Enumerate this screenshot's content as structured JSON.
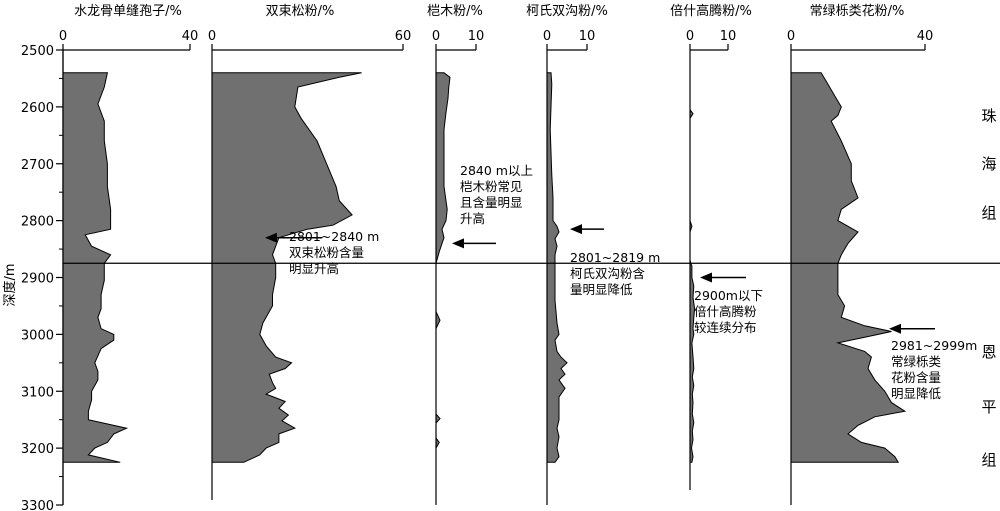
{
  "chart_data": {
    "type": "area",
    "y_axis": {
      "label": "深度/m",
      "ticks": [
        2500,
        2600,
        2700,
        2800,
        2900,
        3000,
        3100,
        3200,
        3300
      ],
      "range": [
        2500,
        3300
      ],
      "inverted": true
    },
    "fill_color": "#707070",
    "boundary_depth": 2875,
    "series": [
      {
        "name": "水龙骨单缝孢子/%",
        "xlim": [
          0,
          40
        ],
        "x_ticks": [
          0,
          40
        ],
        "points": [
          [
            2540,
            14
          ],
          [
            2565,
            13
          ],
          [
            2595,
            11
          ],
          [
            2625,
            13
          ],
          [
            2660,
            13
          ],
          [
            2700,
            14
          ],
          [
            2740,
            14
          ],
          [
            2780,
            15
          ],
          [
            2815,
            15
          ],
          [
            2825,
            7
          ],
          [
            2845,
            9
          ],
          [
            2860,
            15
          ],
          [
            2875,
            13
          ],
          [
            2905,
            13
          ],
          [
            2930,
            12
          ],
          [
            2955,
            12
          ],
          [
            2970,
            11
          ],
          [
            2990,
            12
          ],
          [
            3000,
            16
          ],
          [
            3010,
            16
          ],
          [
            3025,
            12
          ],
          [
            3050,
            10
          ],
          [
            3065,
            11
          ],
          [
            3080,
            11
          ],
          [
            3100,
            9
          ],
          [
            3115,
            9
          ],
          [
            3135,
            8
          ],
          [
            3150,
            8
          ],
          [
            3165,
            20
          ],
          [
            3175,
            16
          ],
          [
            3190,
            14
          ],
          [
            3200,
            10
          ],
          [
            3212,
            8
          ],
          [
            3225,
            18
          ]
        ]
      },
      {
        "name": "双束松粉/%",
        "xlim": [
          0,
          60
        ],
        "x_ticks": [
          0,
          60
        ],
        "points": [
          [
            2540,
            47
          ],
          [
            2548,
            40
          ],
          [
            2565,
            27
          ],
          [
            2600,
            26
          ],
          [
            2620,
            28
          ],
          [
            2660,
            33
          ],
          [
            2700,
            36
          ],
          [
            2740,
            39
          ],
          [
            2765,
            40
          ],
          [
            2790,
            44
          ],
          [
            2808,
            38
          ],
          [
            2815,
            30
          ],
          [
            2830,
            21
          ],
          [
            2845,
            20
          ],
          [
            2860,
            19
          ],
          [
            2875,
            20
          ],
          [
            2900,
            20
          ],
          [
            2930,
            19
          ],
          [
            2950,
            19
          ],
          [
            2970,
            17
          ],
          [
            2980,
            16
          ],
          [
            3000,
            15
          ],
          [
            3020,
            17
          ],
          [
            3040,
            20
          ],
          [
            3050,
            25
          ],
          [
            3060,
            23
          ],
          [
            3070,
            18
          ],
          [
            3085,
            19
          ],
          [
            3095,
            20
          ],
          [
            3105,
            17
          ],
          [
            3118,
            23
          ],
          [
            3130,
            21
          ],
          [
            3142,
            24
          ],
          [
            3152,
            22
          ],
          [
            3165,
            26
          ],
          [
            3175,
            21
          ],
          [
            3190,
            21
          ],
          [
            3200,
            17
          ],
          [
            3212,
            15
          ],
          [
            3225,
            10
          ]
        ]
      },
      {
        "name": "桤木粉/%",
        "xlim": [
          0,
          10
        ],
        "x_ticks": [
          0,
          10
        ],
        "points": [
          [
            2540,
            2
          ],
          [
            2548,
            3.5
          ],
          [
            2565,
            3.2
          ],
          [
            2585,
            3
          ],
          [
            2610,
            2.5
          ],
          [
            2640,
            2
          ],
          [
            2670,
            2
          ],
          [
            2700,
            2
          ],
          [
            2740,
            2
          ],
          [
            2780,
            2.8
          ],
          [
            2800,
            2.5
          ],
          [
            2815,
            1.5
          ],
          [
            2830,
            2
          ],
          [
            2840,
            1.5
          ],
          [
            2855,
            0.8
          ],
          [
            2865,
            0.4
          ],
          [
            2875,
            0
          ],
          [
            2960,
            0
          ],
          [
            2975,
            1
          ],
          [
            2990,
            0
          ],
          [
            3140,
            0
          ],
          [
            3148,
            1
          ],
          [
            3156,
            0
          ],
          [
            3182,
            0
          ],
          [
            3190,
            0.8
          ],
          [
            3200,
            0
          ],
          [
            3225,
            0
          ]
        ]
      },
      {
        "name": "柯氏双沟粉/%",
        "xlim": [
          0,
          10
        ],
        "x_ticks": [
          0,
          10
        ],
        "points": [
          [
            2540,
            1
          ],
          [
            2560,
            1.2
          ],
          [
            2600,
            1
          ],
          [
            2640,
            0.8
          ],
          [
            2680,
            1
          ],
          [
            2720,
            1.2
          ],
          [
            2760,
            1.5
          ],
          [
            2800,
            1.5
          ],
          [
            2810,
            2.5
          ],
          [
            2820,
            3
          ],
          [
            2832,
            2
          ],
          [
            2845,
            2.5
          ],
          [
            2860,
            2
          ],
          [
            2875,
            2
          ],
          [
            2900,
            2
          ],
          [
            2940,
            2
          ],
          [
            2980,
            2.5
          ],
          [
            3000,
            3
          ],
          [
            3010,
            2
          ],
          [
            3030,
            2.5
          ],
          [
            3040,
            3.5
          ],
          [
            3050,
            5
          ],
          [
            3060,
            3.5
          ],
          [
            3070,
            4.5
          ],
          [
            3080,
            3
          ],
          [
            3095,
            4.5
          ],
          [
            3110,
            3
          ],
          [
            3130,
            3
          ],
          [
            3150,
            3
          ],
          [
            3165,
            2.5
          ],
          [
            3180,
            3
          ],
          [
            3200,
            2.5
          ],
          [
            3215,
            3
          ],
          [
            3225,
            2
          ]
        ]
      },
      {
        "name": "倍什高腾粉/%",
        "xlim": [
          0,
          10
        ],
        "x_ticks": [
          0,
          10
        ],
        "points": [
          [
            2540,
            0
          ],
          [
            2605,
            0
          ],
          [
            2612,
            0.8
          ],
          [
            2620,
            0
          ],
          [
            2800,
            0
          ],
          [
            2810,
            0.5
          ],
          [
            2820,
            0
          ],
          [
            2870,
            0
          ],
          [
            2880,
            0.5
          ],
          [
            2900,
            0.5
          ],
          [
            2915,
            1
          ],
          [
            2935,
            0.8
          ],
          [
            2955,
            1.2
          ],
          [
            2970,
            1
          ],
          [
            2990,
            0.8
          ],
          [
            3000,
            1
          ],
          [
            3015,
            0.5
          ],
          [
            3040,
            0.8
          ],
          [
            3060,
            1
          ],
          [
            3075,
            0.6
          ],
          [
            3090,
            1
          ],
          [
            3105,
            0.6
          ],
          [
            3120,
            0.8
          ],
          [
            3140,
            0.6
          ],
          [
            3155,
            1
          ],
          [
            3170,
            0.6
          ],
          [
            3185,
            0.8
          ],
          [
            3200,
            0.4
          ],
          [
            3215,
            0.8
          ],
          [
            3225,
            0.5
          ]
        ]
      },
      {
        "name": "常绿栎类花粉/%",
        "xlim": [
          0,
          40
        ],
        "x_ticks": [
          0,
          40
        ],
        "points": [
          [
            2540,
            9
          ],
          [
            2560,
            11
          ],
          [
            2580,
            13
          ],
          [
            2600,
            15
          ],
          [
            2615,
            14
          ],
          [
            2625,
            12
          ],
          [
            2660,
            15
          ],
          [
            2700,
            18
          ],
          [
            2730,
            18
          ],
          [
            2760,
            20
          ],
          [
            2780,
            15
          ],
          [
            2800,
            14
          ],
          [
            2820,
            20
          ],
          [
            2840,
            17
          ],
          [
            2860,
            15
          ],
          [
            2875,
            14
          ],
          [
            2900,
            14
          ],
          [
            2930,
            14
          ],
          [
            2950,
            16
          ],
          [
            2970,
            15
          ],
          [
            2985,
            22
          ],
          [
            2995,
            30
          ],
          [
            3005,
            22
          ],
          [
            3015,
            14
          ],
          [
            3030,
            22
          ],
          [
            3040,
            24
          ],
          [
            3060,
            23
          ],
          [
            3080,
            25
          ],
          [
            3100,
            28
          ],
          [
            3120,
            30
          ],
          [
            3135,
            34
          ],
          [
            3145,
            25
          ],
          [
            3160,
            20
          ],
          [
            3175,
            17
          ],
          [
            3190,
            21
          ],
          [
            3200,
            28
          ],
          [
            3215,
            31
          ],
          [
            3225,
            32
          ]
        ]
      }
    ],
    "annotations": [
      {
        "lines": [
          "2801~2840 m",
          "双束松粉含量",
          "明显升高"
        ],
        "arrow_depth": 2830
      },
      {
        "lines": [
          "2840 m以上",
          "桤木粉常见",
          "且含量明显",
          "升高"
        ],
        "arrow_depth": 2840
      },
      {
        "lines": [
          "2801~2819 m",
          "柯氏双沟粉含",
          "量明显降低"
        ],
        "arrow_depth": 2815
      },
      {
        "lines": [
          "2900m以下",
          "倍什高腾粉",
          "较连续分布"
        ],
        "arrow_depth": 2900
      },
      {
        "lines": [
          "2981~2999m",
          "常绿栎类",
          "花粉含量",
          "明显降低"
        ],
        "arrow_depth": 2990
      }
    ],
    "formations": [
      {
        "name": "珠海组",
        "chars": [
          "珠",
          "海",
          "组"
        ]
      },
      {
        "name": "恩平组",
        "chars": [
          "恩",
          "平",
          "组"
        ]
      }
    ]
  }
}
